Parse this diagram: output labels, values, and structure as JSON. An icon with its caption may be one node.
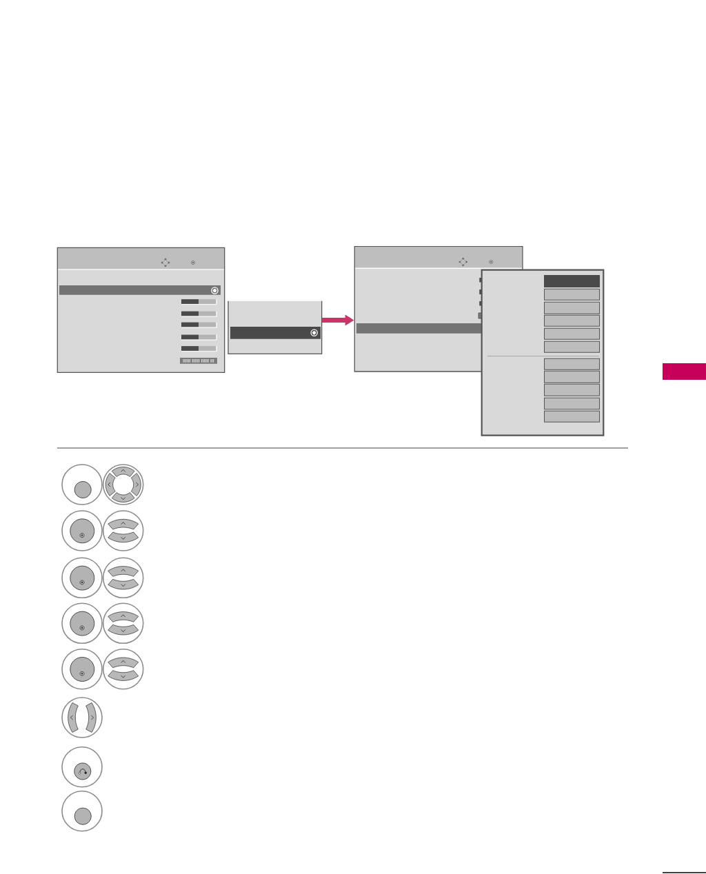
{
  "diagram": {
    "nodes": [
      {
        "text": [],
        "shape": "box"
      },
      {
        "text": [],
        "shape": "box"
      },
      {
        "text": [],
        "shape": "box"
      },
      {
        "text": [],
        "shape": "box"
      },
      {
        "text": [],
        "shape": "box",
        "in": 3
      },
      {
        "text": [],
        "shape": "box",
        "in": 3
      },
      {
        "text": [],
        "shape": "box",
        "in": 3
      },
      {
        "text": [],
        "shape": "box",
        "in": 3
      },
      {
        "text": [],
        "shape": "box",
        "in": 3
      },
      {
        "text": [],
        "shape": "box",
        "in": 3
      },
      {
        "text": [],
        "shape": "box",
        "in": 3
      },
      {
        "text": [],
        "shape": "box",
        "in": 3
      },
      {
        "text": [],
        "shape": "box",
        "in": 3
      },
      {
        "text": [],
        "shape": "box",
        "in": 3
      },
      {
        "text": [],
        "shape": "box",
        "in": 3
      }
    ],
    "edges": [
      {
        "from": 1,
        "to": 2,
        "arrow": "to"
      }
    ]
  }
}
